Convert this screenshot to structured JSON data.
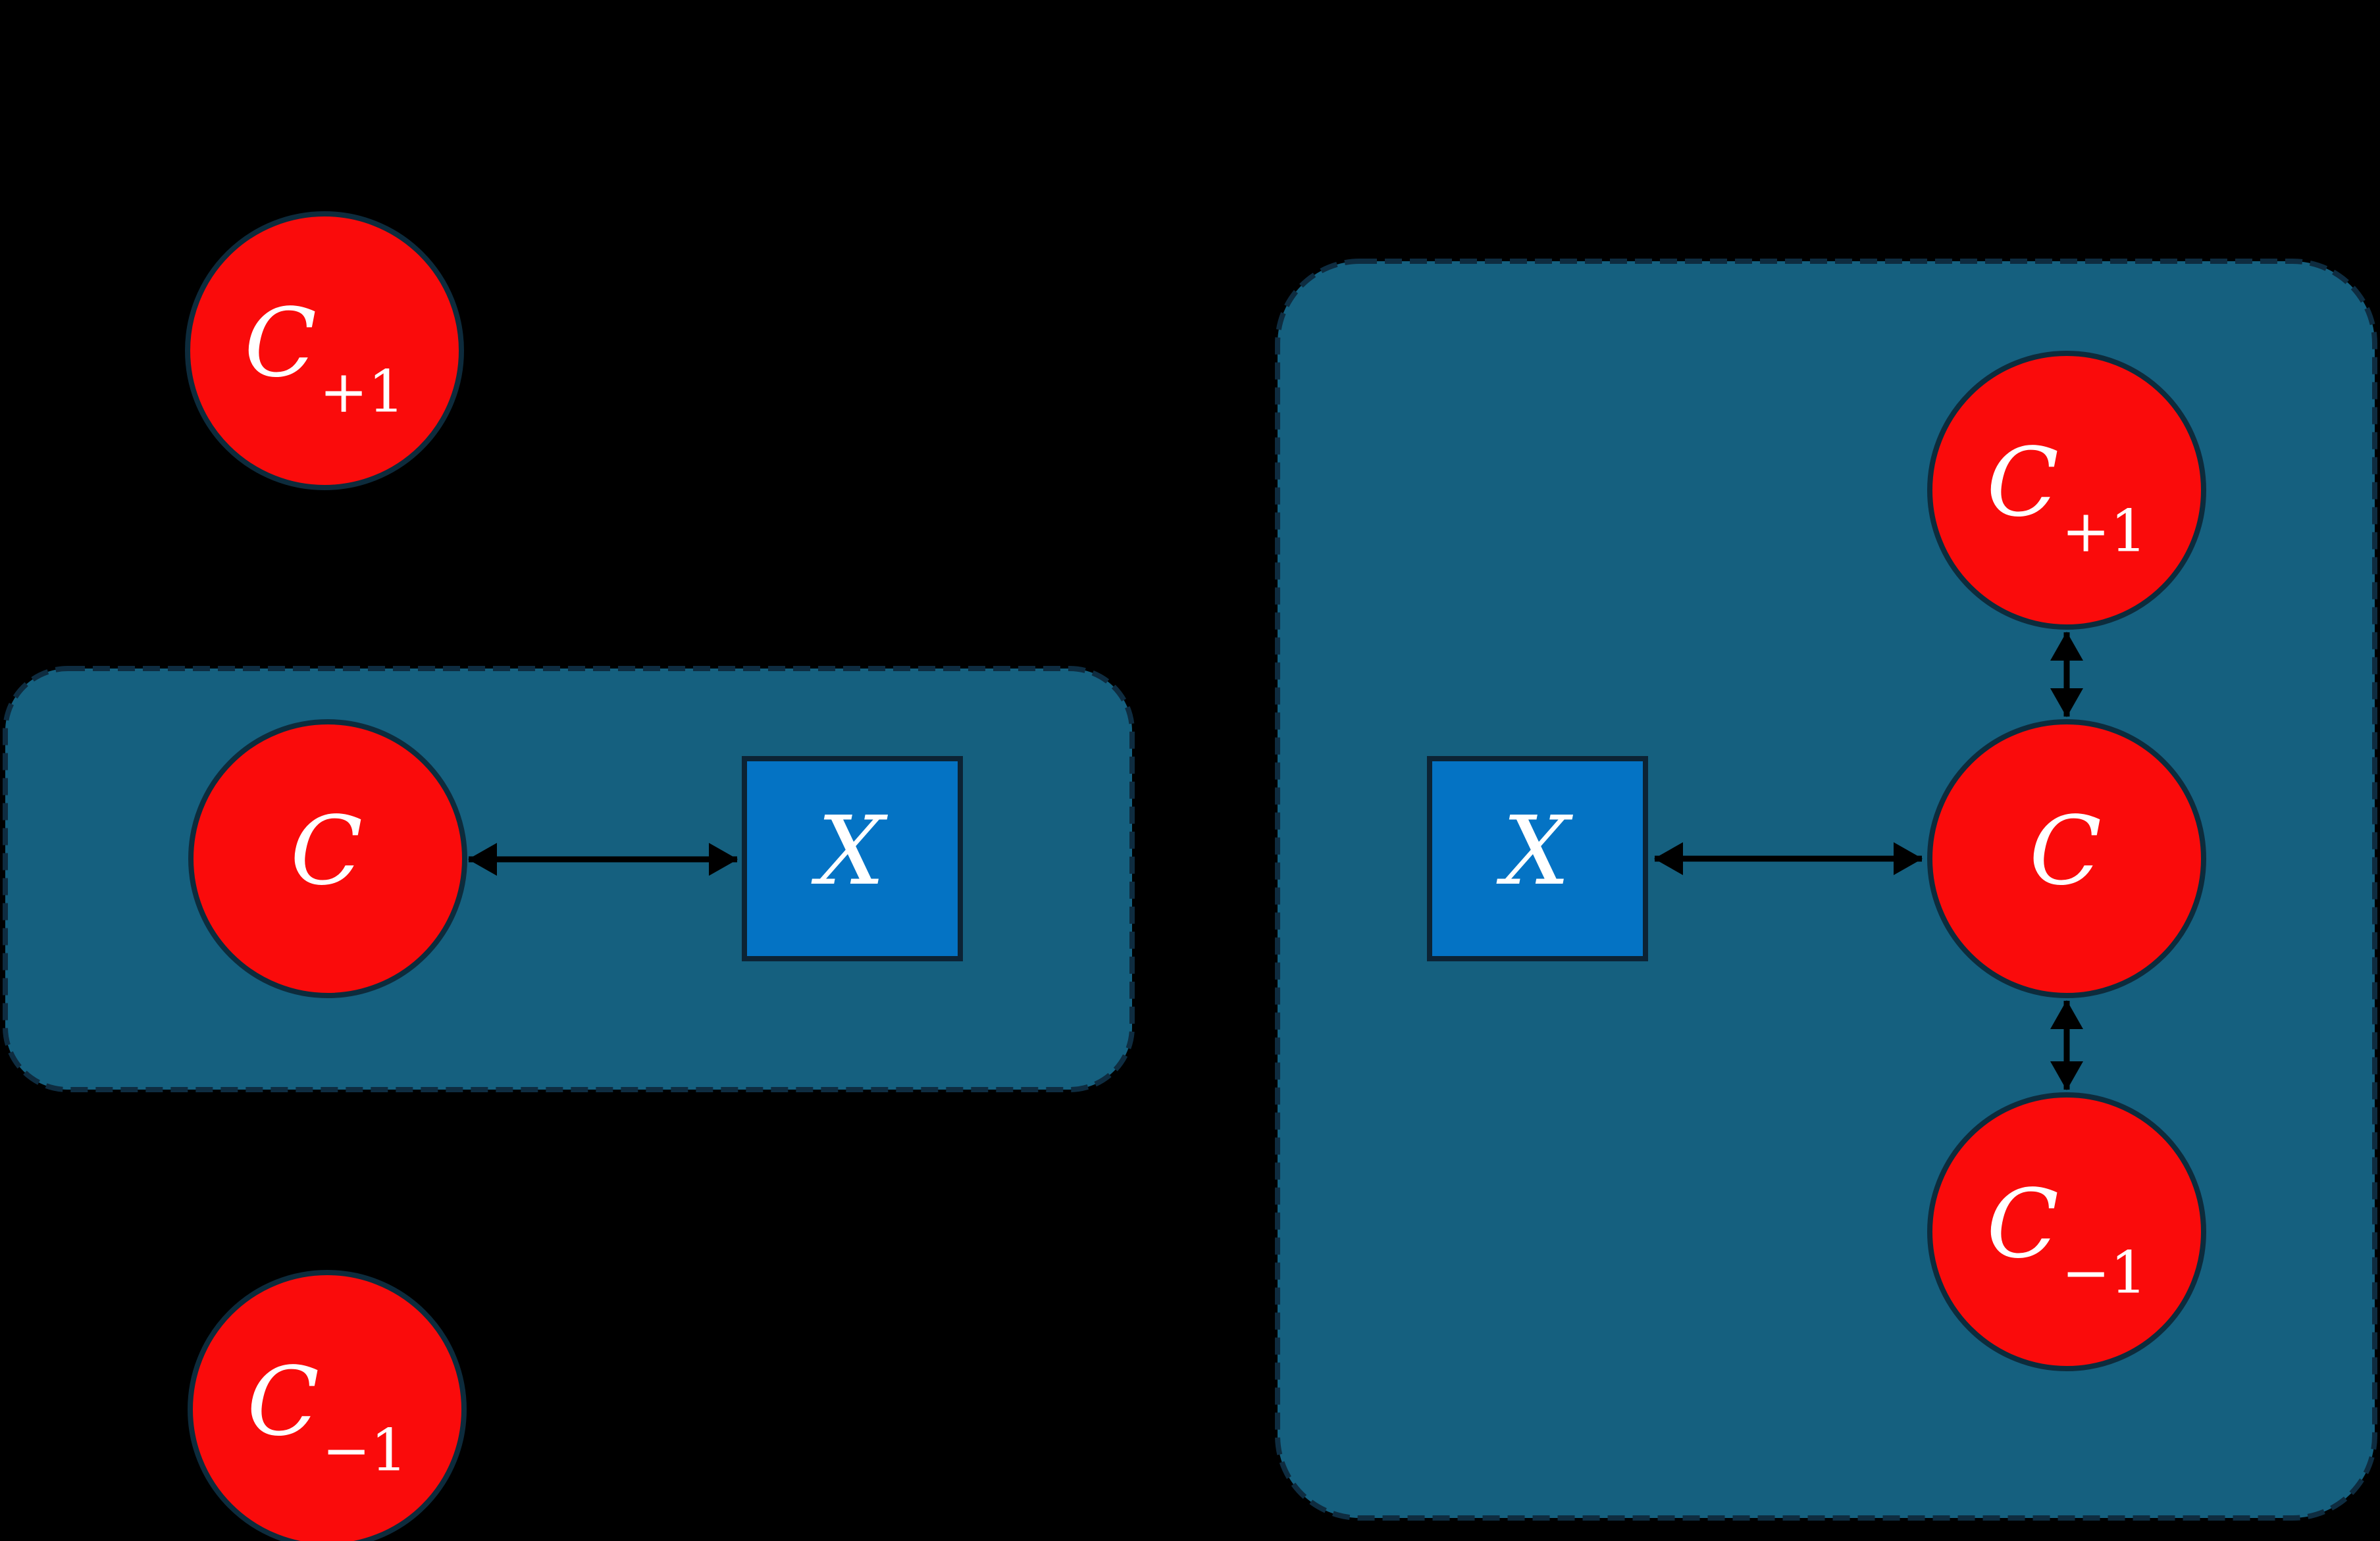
{
  "figure": {
    "description": "Graphical-model style diagram comparing two configurations: left shows context nodes C+1 and C-1 outside a dashed plate that contains only C linked to X; right shows a large dashed plate containing X linked to C, with C linked to both C+1 and C-1.",
    "colors": {
      "background": "#000000",
      "plate_fill": "#15607F",
      "plate_border": "#0E2C40",
      "circle_fill": "#FA0B0B",
      "circle_border": "#0D2B3C",
      "square_fill": "#0473C4",
      "square_border": "#0C2334",
      "arrow": "#000000",
      "label": "#FFFFFF"
    },
    "left": {
      "c_plus_one": {
        "base": "C",
        "sub": "+1"
      },
      "c": {
        "base": "C",
        "sub": ""
      },
      "x": {
        "base": "X",
        "sub": ""
      },
      "c_minus_one": {
        "base": "C",
        "sub": "−1"
      }
    },
    "right": {
      "x": {
        "base": "X",
        "sub": ""
      },
      "c_plus_one": {
        "base": "C",
        "sub": "+1"
      },
      "c": {
        "base": "C",
        "sub": ""
      },
      "c_minus_one": {
        "base": "C",
        "sub": "−1"
      }
    }
  }
}
